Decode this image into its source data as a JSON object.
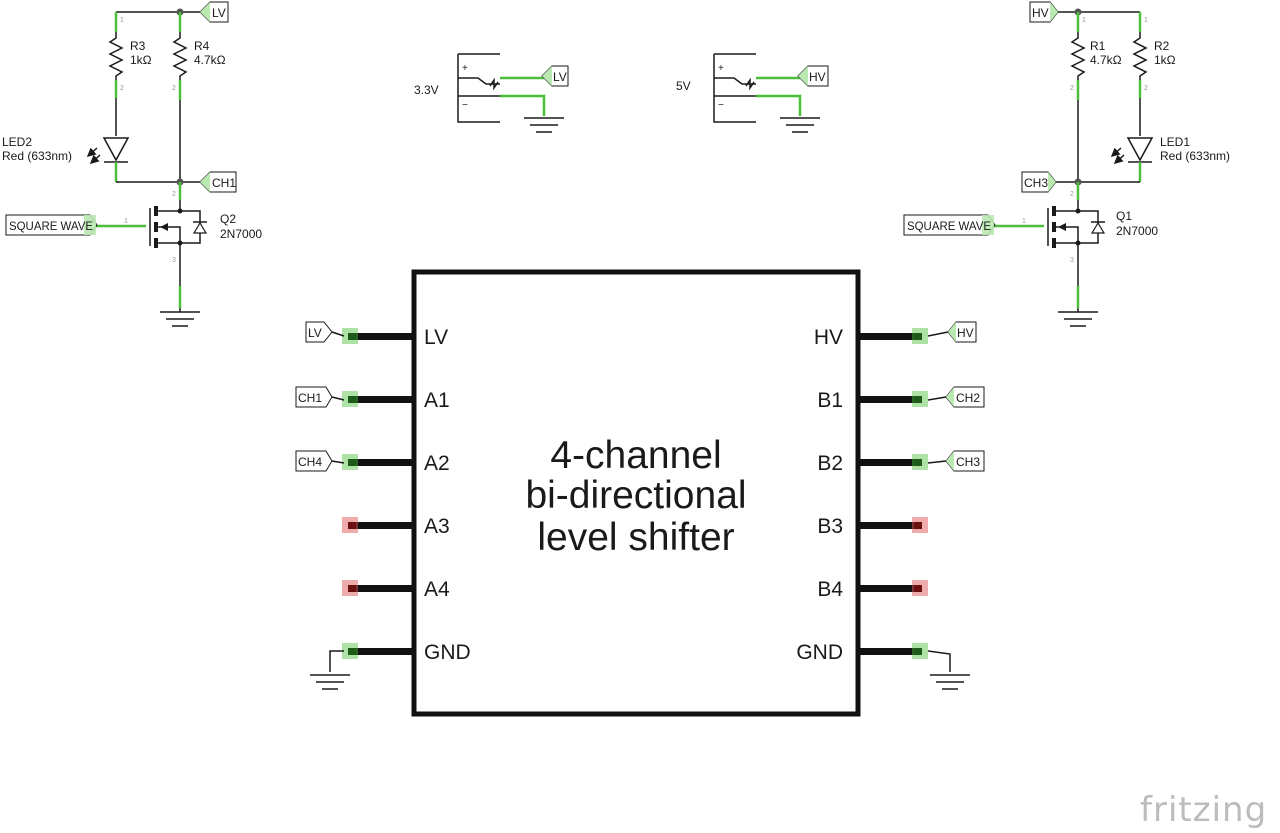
{
  "components": {
    "r3": {
      "ref": "R3",
      "value": "1kΩ"
    },
    "r4": {
      "ref": "R4",
      "value": "4.7kΩ"
    },
    "r1": {
      "ref": "R1",
      "value": "4.7kΩ"
    },
    "r2": {
      "ref": "R2",
      "value": "1kΩ"
    },
    "led2": {
      "ref": "LED2",
      "value": "Red (633nm)"
    },
    "led1": {
      "ref": "LED1",
      "value": "Red (633nm)"
    },
    "q2": {
      "ref": "Q2",
      "value": "2N7000"
    },
    "q1": {
      "ref": "Q1",
      "value": "2N7000"
    },
    "supply_low": {
      "value": "3.3V"
    },
    "supply_high": {
      "value": "5V"
    }
  },
  "net_labels": {
    "lv": "LV",
    "hv": "HV",
    "ch1": "CH1",
    "ch2": "CH2",
    "ch3": "CH3",
    "ch4": "CH4",
    "square_wave": "SQUARE WAVE"
  },
  "chip": {
    "title_lines": [
      "4-channel",
      "bi-directional",
      "level shifter"
    ],
    "left_pins": [
      "LV",
      "A1",
      "A2",
      "A3",
      "A4",
      "GND"
    ],
    "right_pins": [
      "HV",
      "B1",
      "B2",
      "B3",
      "B4",
      "GND"
    ]
  },
  "pin_numbers": {
    "one": "1",
    "two": "2",
    "three": "3"
  },
  "supply_signs": {
    "plus": "+",
    "minus": "−"
  },
  "colors": {
    "connected_pin": "#4cbe3c",
    "unconnected_pin": "#e05a5a",
    "wire": "#1a1a1a",
    "logo": "#bcbcbc"
  },
  "brand": {
    "logo_text": "fritzing"
  }
}
